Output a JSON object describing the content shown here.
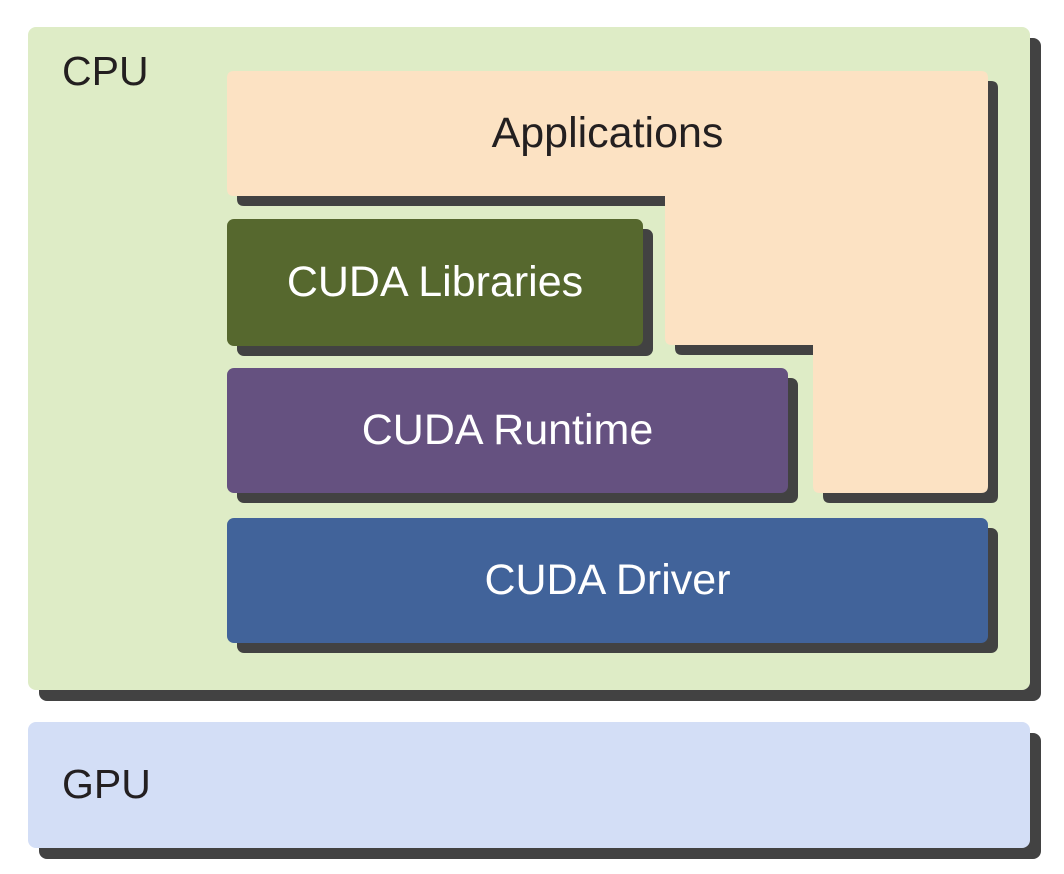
{
  "diagram": {
    "cpu": {
      "label": "CPU"
    },
    "gpu": {
      "label": "GPU"
    },
    "layers": {
      "applications": {
        "label": "Applications"
      },
      "cuda_libraries": {
        "label": "CUDA Libraries"
      },
      "cuda_runtime": {
        "label": "CUDA Runtime"
      },
      "cuda_driver": {
        "label": "CUDA Driver"
      }
    },
    "colors": {
      "cpu_bg": "#deecc6",
      "gpu_bg": "#d3def6",
      "applications_bg": "#fce2c3",
      "cuda_libraries_bg": "#56682e",
      "cuda_runtime_bg": "#655180",
      "cuda_driver_bg": "#41639a",
      "shadow": "#424242",
      "dark_text": "#231f20",
      "light_text": "#ffffff"
    }
  }
}
